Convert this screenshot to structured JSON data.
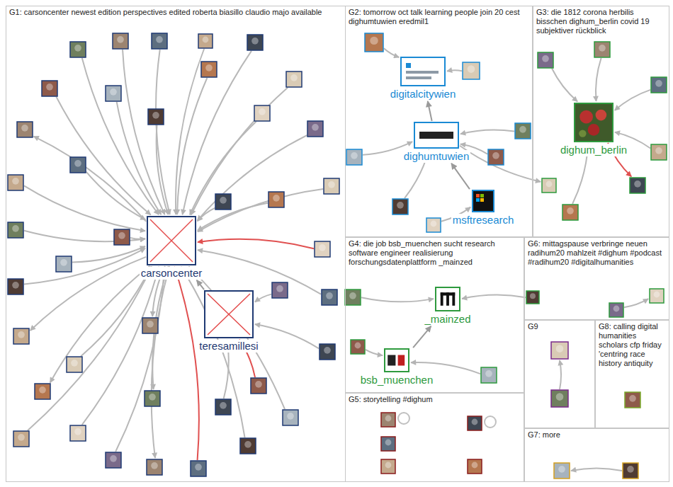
{
  "diagram": {
    "nodes": [
      {
        "text": [
          "G1: carsoncenter newest edition perspectives edited roberta biasillo claudio majo available"
        ]
      },
      {
        "text": [
          "carsoncenter"
        ],
        "in": 0
      },
      {
        "text": [
          "teresamillesi"
        ],
        "in": 0
      },
      {
        "text": [
          "G2: tomorrow oct talk learning people join 20 cest dighumtuwien eredmil1"
        ]
      },
      {
        "text": [
          "digitalcitywien"
        ],
        "in": 3
      },
      {
        "text": [
          "dighumtuwien"
        ],
        "in": 3
      },
      {
        "text": [
          "msftresearch"
        ],
        "in": 3
      },
      {
        "text": [
          "G3: die 1812 corona herbilis bisschen dighum_berlin covid 19 subjektiver rückblick"
        ]
      },
      {
        "text": [
          "dighum_berlin"
        ],
        "in": 7
      },
      {
        "text": [
          "G4: die job bsb_muenchen sucht research software engineer realisierung forschungsdatenplattform _mainzed"
        ]
      },
      {
        "text": [
          "_mainzed"
        ],
        "in": 9
      },
      {
        "text": [
          "bsb_muenchen"
        ],
        "in": 9
      },
      {
        "text": [
          "G5: storytelling #dighum"
        ]
      },
      {
        "text": [
          "G6: mittagspause verbringe neuen radihum20 mahlzeit #dighum #podcast #radihum20 #digitalhumanities"
        ]
      },
      {
        "text": [
          "G9"
        ]
      },
      {
        "text": [
          "G8: calling digital humanities scholars cfp friday 'centring race history antiquity"
        ]
      },
      {
        "text": [
          "G7: more"
        ]
      }
    ],
    "edges": [
      {
        "from": 2,
        "to": 1,
        "arrow": "to"
      },
      {
        "from": 5,
        "to": 4,
        "arrow": "to"
      },
      {
        "from": 6,
        "to": 5,
        "arrow": "to"
      },
      {
        "from": 11,
        "to": 10,
        "arrow": "to"
      }
    ]
  }
}
